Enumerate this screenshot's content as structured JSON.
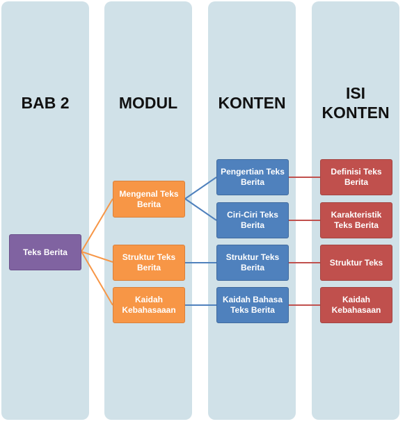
{
  "columns": [
    {
      "title": "BAB 2"
    },
    {
      "title": "MODUL"
    },
    {
      "title": "KONTEN"
    },
    {
      "title": "ISI\nKONTEN"
    }
  ],
  "nodes": {
    "bab": {
      "label": "Teks Berita"
    },
    "modul": [
      {
        "label": "Mengenal Teks Berita"
      },
      {
        "label": "Struktur Teks Berita"
      },
      {
        "label": "Kaidah Kebahasaaan"
      }
    ],
    "konten": [
      {
        "label": "Pengertian Teks Berita"
      },
      {
        "label": "Ciri-Ciri Teks Berita"
      },
      {
        "label": "Struktur Teks Berita"
      },
      {
        "label": "Kaidah Bahasa Teks Berita"
      }
    ],
    "isi": [
      {
        "label": "Definisi Teks Berita"
      },
      {
        "label": "Karakteristik Teks Berita"
      },
      {
        "label": "Struktur Teks"
      },
      {
        "label": "Kaidah Kebahasaan"
      }
    ]
  },
  "colors": {
    "column_bg": "#d0e1e8",
    "bab": "#8063a1",
    "modul": "#f79646",
    "konten": "#4f81bd",
    "isi": "#c0504d"
  }
}
